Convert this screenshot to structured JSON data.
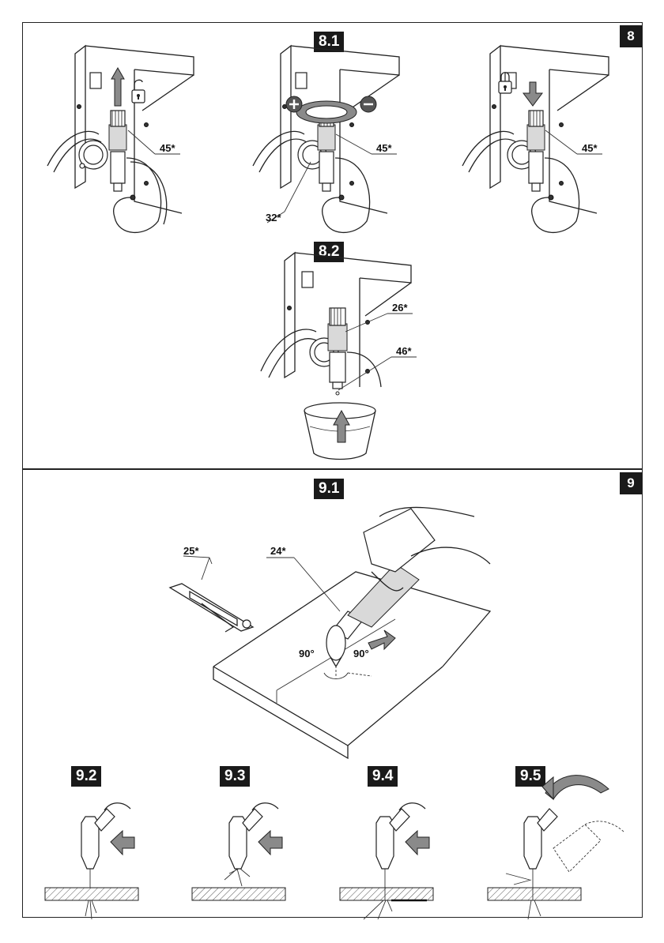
{
  "section8": {
    "number": "8",
    "fig_8_1": "8.1",
    "fig_8_2": "8.2",
    "callouts": {
      "left_45": "45*",
      "mid_45": "45*",
      "right_45": "45*",
      "mid_32": "32*",
      "c26": "26*",
      "c46": "46*"
    }
  },
  "section9": {
    "number": "9",
    "fig_9_1": "9.1",
    "fig_9_2": "9.2",
    "fig_9_3": "9.3",
    "fig_9_4": "9.4",
    "fig_9_5": "9.5",
    "callouts": {
      "c25": "25*",
      "c24": "24*"
    },
    "angles": {
      "left": "90°",
      "right": "90°"
    }
  },
  "icons": [
    "unlock-icon",
    "lock-icon",
    "plus-icon",
    "minus-icon",
    "up-arrow-icon",
    "down-arrow-icon",
    "push-arrow-icon",
    "curved-arrow-icon"
  ]
}
